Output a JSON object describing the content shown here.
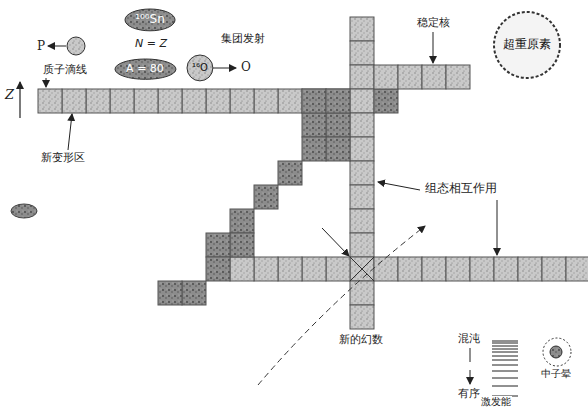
{
  "diagram": {
    "nodes": [
      {
        "text": [
          "¹⁰⁰Sn"
        ]
      },
      {
        "text": [
          "A = 80"
        ]
      },
      {
        "text": [
          "¹⁶O"
        ]
      },
      {
        "text": [
          "超重原素"
        ]
      }
    ],
    "labels": [
      "P",
      "N = Z",
      "集团发射",
      "O",
      "质子滴线",
      "Z",
      "新变形区",
      "稳定核",
      "组态相互作用",
      "新的幻数",
      "混沌",
      "有序",
      "激发能",
      "中子晕"
    ]
  }
}
